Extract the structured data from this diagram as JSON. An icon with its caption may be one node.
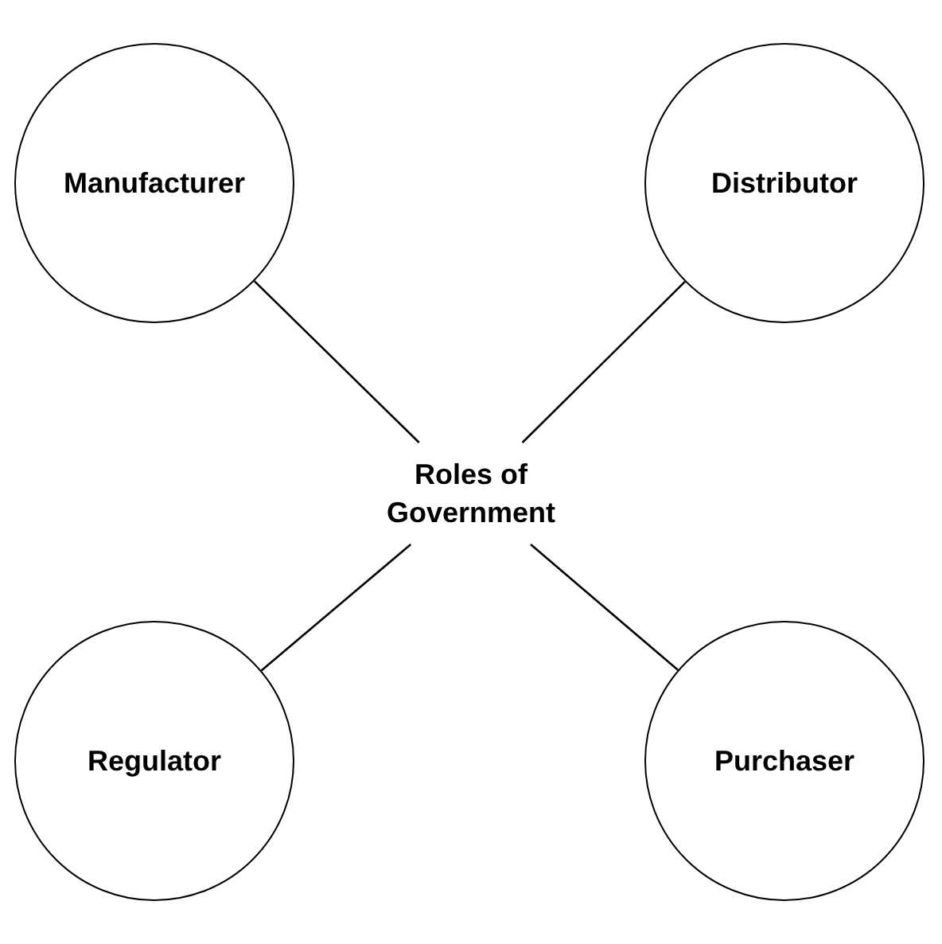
{
  "diagram": {
    "nodes": [
      {
        "text": [
          "Roles of Government"
        ]
      },
      {
        "text": [
          "Manufacturer"
        ]
      },
      {
        "text": [
          "Distributor"
        ]
      },
      {
        "text": [
          "Regulator"
        ]
      },
      {
        "text": [
          "Purchaser"
        ]
      }
    ],
    "edges": [
      {
        "from": 0,
        "to": 1,
        "arrow": "none"
      },
      {
        "from": 0,
        "to": 2,
        "arrow": "none"
      },
      {
        "from": 0,
        "to": 3,
        "arrow": "none"
      },
      {
        "from": 0,
        "to": 4,
        "arrow": "none"
      }
    ]
  }
}
